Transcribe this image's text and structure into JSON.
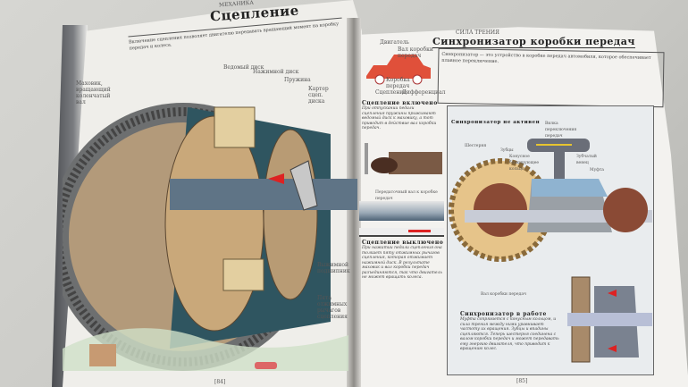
{
  "left_page": {
    "running_head": "МЕХАНИКА",
    "title": "Сцепление",
    "intro_text": "Включение сцепления позволяет двигателю передавать вращающий момент на коробку передач и колеса.",
    "labels": {
      "flywheel": "Маховик, вращающий коленчатый вал",
      "driven_disk": "Ведомый диск",
      "pressure_plate": "Нажимной диск",
      "spring": "Пружина",
      "housing": "Картер сцеп. диска",
      "release_bearing": "Выжимной подшипник",
      "release_levers": "Пята отжимных рычагов сцепления"
    },
    "page_number": "[84]"
  },
  "right_page": {
    "running_head": "СИЛА ТРЕНИЯ",
    "title": "Синхронизатор коробки передач",
    "intro_text": "Синхронизатор — это устройство в коробке передач автомобиля, которое обеспечивает плавное переключение.",
    "car_labels": {
      "engine": "Двигатель",
      "shaft": "Вал коробки передач",
      "gearbox": "Коробка передач",
      "clutch": "Сцепление",
      "differential": "Дифференциал"
    },
    "clutch_engaged": {
      "title": "Сцепление включено",
      "text": "При отпускании педали сцепления пружины прижимают ведомый диск к маховику, а тот приводит в действие вал коробки передач."
    },
    "gearbox_shaft_label": "Передаточный вал к коробке передач",
    "clutch_disengaged": {
      "title": "Сцепление выключено",
      "text": "При нажатии педали сцепления она толкает пяту отжимных рычагов сцепления, которая отжимает нажимной диск. В результате маховик и вал коробки передач разъединяются, так что двигатель не может вращать колеса."
    },
    "sync_inactive": {
      "title": "Синхронизатор не активен",
      "labels": {
        "fork_shaft": "Вилка переключения передач",
        "teeth": "Зубцы",
        "cone": "Конусное блокирующее кольцо",
        "gear_ring": "Зубчатый венец",
        "sleeve": "Муфта",
        "gear": "Шестерня",
        "output_shaft": "Вал коробки передач"
      }
    },
    "sync_working": {
      "title": "Синхронизатор в работе",
      "text": "Муфта сопрягается с конусным кольцом, и сила трения между ними уравнивает частоту их вращения. Зубцы и впадины сцепляются. Теперь шестерня соединена с валом коробки передач и может передавать ему энергию двигателя, что приводит к вращению колес."
    },
    "page_number": "[85]"
  }
}
